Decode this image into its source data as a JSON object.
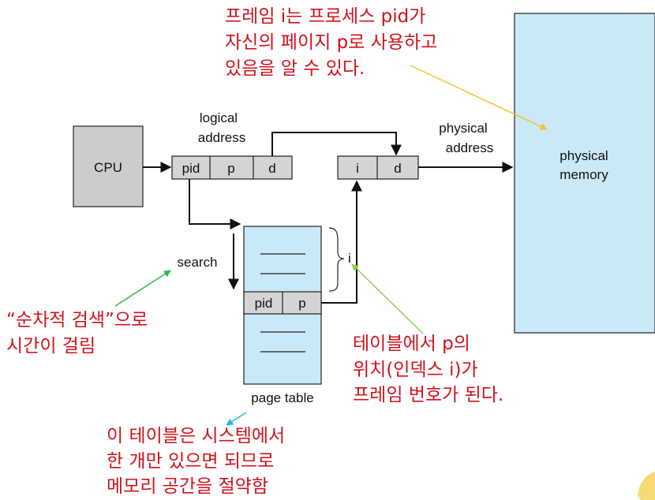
{
  "cpu_label": "CPU",
  "logical_address": {
    "caption": [
      "logical",
      "address"
    ],
    "fields": [
      "pid",
      "p",
      "d"
    ]
  },
  "physical_address": {
    "caption": [
      "physical",
      "address"
    ],
    "fields": [
      "i",
      "d"
    ]
  },
  "physical_memory": [
    "physical",
    "memory"
  ],
  "search_label": "search",
  "index_label": "i",
  "page_table": {
    "caption": "page table",
    "entry_fields": [
      "pid",
      "p"
    ]
  },
  "notes": {
    "top": [
      "프레임 i는 프로세스 pid가",
      "자신의 페이지 p로 사용하고",
      "있음을 알 수 있다."
    ],
    "left": [
      "“순차적 검색”으로",
      "시간이 걸림"
    ],
    "right": [
      "테이블에서 p의",
      "위치(인덱스 i)가",
      "프레임 번호가 된다."
    ],
    "bottom": [
      "이 테이블은 시스템에서",
      "한 개만 있으면 되므로",
      "메모리 공간을 절약함"
    ]
  },
  "colors": {
    "cpu_fill": "#cccccc",
    "register_fill": "#d4d4d4",
    "table_fill": "#c9e9f7",
    "memory_fill": "#c9e9f7",
    "note_text": "#d0121b",
    "arrow_yellow": "#f2c52a",
    "arrow_green_left": "#2db84a",
    "arrow_green_right": "#8fd14f",
    "arrow_cyan": "#1fb5e8"
  }
}
